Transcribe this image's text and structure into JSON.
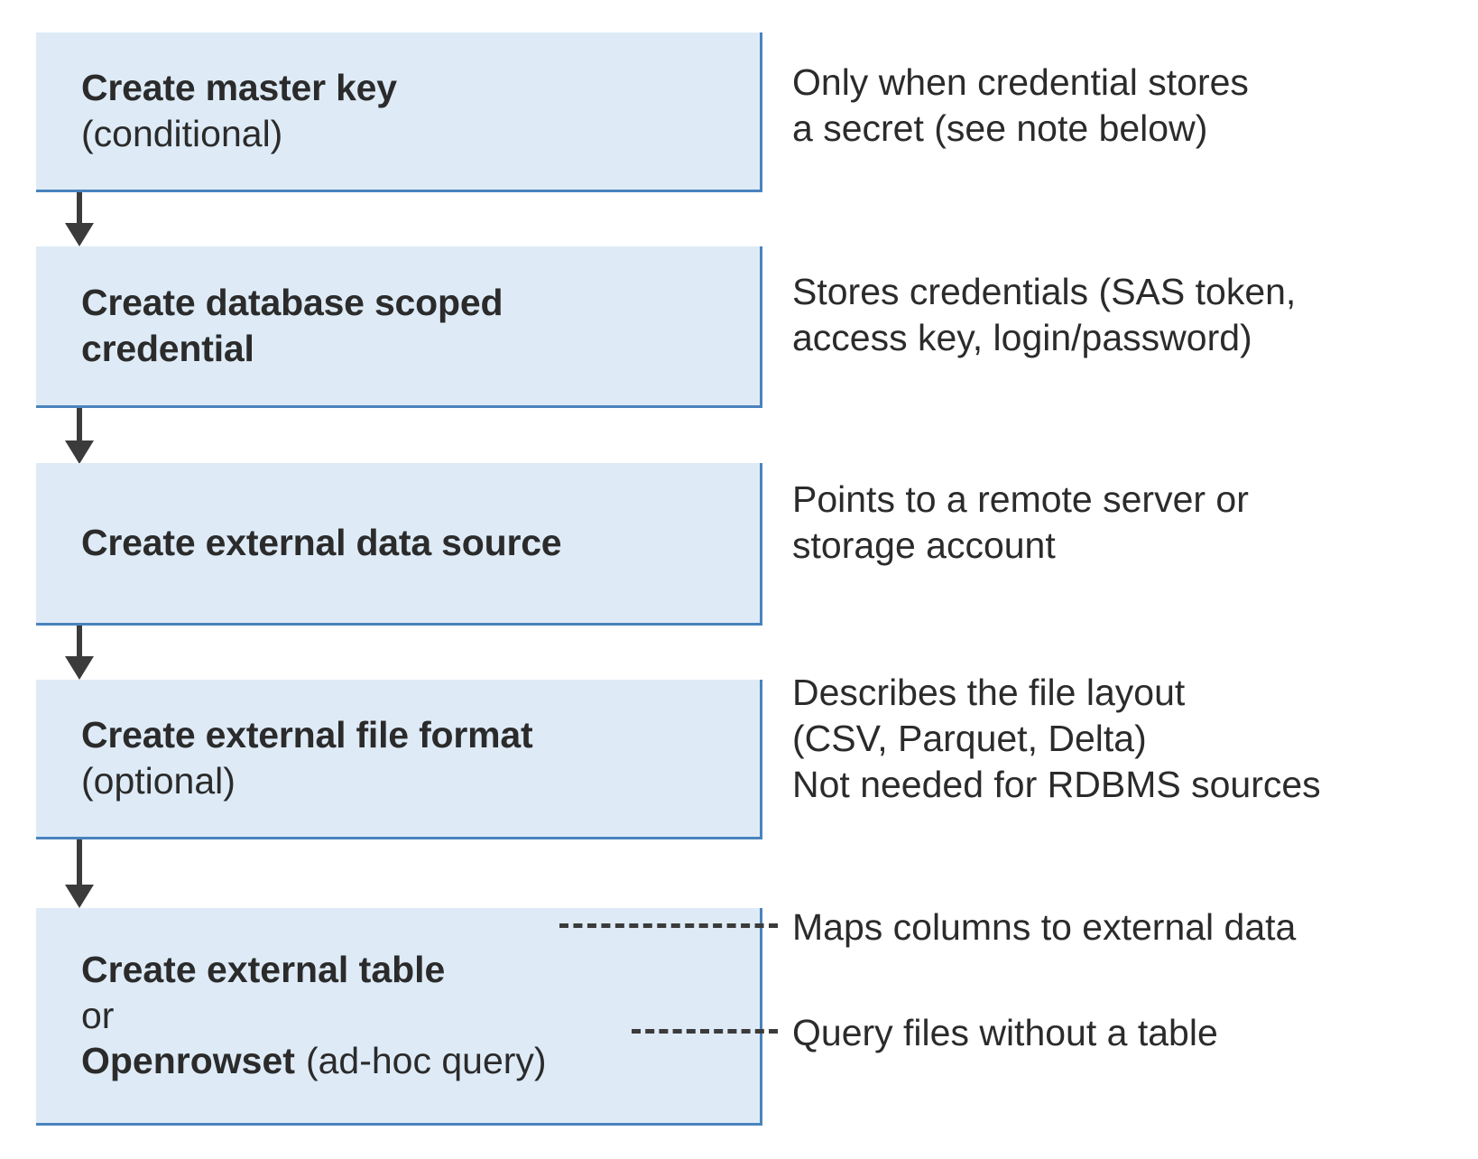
{
  "diagram": {
    "type": "flowchart",
    "orientation": "vertical",
    "accent_color": "#4a83be",
    "box_fill_color": "#deebf7",
    "text_color": "#2b2b2b",
    "arrow_color": "#3b3b3b",
    "steps": [
      {
        "title": "Create master key",
        "subtitle": "(conditional)",
        "note": "Only when credential stores\na secret (see note below)",
        "connector": "arrow"
      },
      {
        "title": "Create database scoped\ncredential",
        "subtitle": "",
        "note": "Stores credentials (SAS token,\naccess key, login/password)",
        "connector": "arrow"
      },
      {
        "title": "Create external data source",
        "subtitle": "",
        "note": "Points to a remote server or\nstorage account",
        "connector": "arrow"
      },
      {
        "title": "Create external file format",
        "subtitle": "(optional)",
        "note": "Describes the file layout\n(CSV, Parquet, Delta)\nNot needed for RDBMS sources",
        "connector": "arrow"
      }
    ],
    "final_step": {
      "table_label": "Create external table",
      "or_label": "or",
      "openrowset_label": "Openrowset",
      "openrowset_qualifier": "(ad-hoc query)",
      "table_note": "Maps columns to external data",
      "openrowset_note": "Query files without a table",
      "connector": "dashed"
    }
  }
}
